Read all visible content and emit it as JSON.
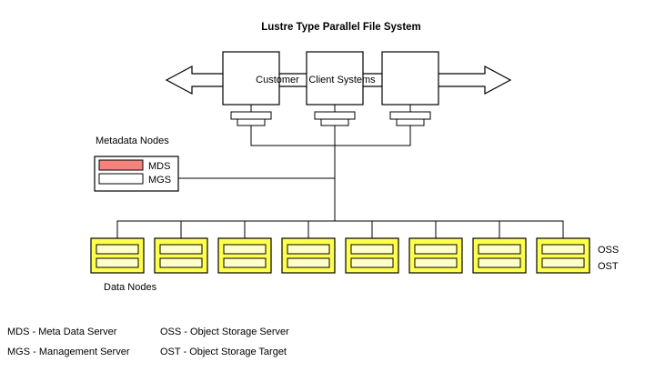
{
  "title": "Lustre Type Parallel File System",
  "clients": {
    "customer_label": "Customer",
    "systems_label": "Client Systems"
  },
  "metadata": {
    "section_label": "Metadata Nodes",
    "mds": {
      "label": "MDS",
      "color": "#f4837d"
    },
    "mgs": {
      "label": "MGS",
      "color": "#ffffff"
    }
  },
  "data_nodes": {
    "section_label": "Data Nodes",
    "count": 8,
    "oss_label": "OSS",
    "ost_label": "OST",
    "box_color": "#ffff4d",
    "slot_color": "#ffffcc"
  },
  "legend": {
    "mds": "MDS - Meta Data Server",
    "mgs": "MGS - Management Server",
    "oss": "OSS - Object Storage Server",
    "ost": "OST - Object Storage Target"
  }
}
